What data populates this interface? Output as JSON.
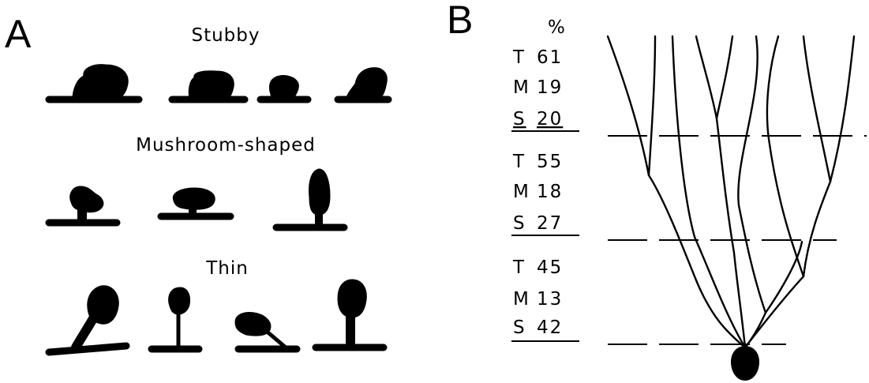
{
  "panel_a": {
    "letter": "A",
    "groups": [
      {
        "title": "Stubby",
        "count": 4
      },
      {
        "title": "Mushroom-shaped",
        "count": 3
      },
      {
        "title": "Thin",
        "count": 4
      }
    ]
  },
  "panel_b": {
    "letter": "B",
    "percent_header": "%",
    "layers": [
      {
        "rows": [
          {
            "type": "T",
            "pct": "61"
          },
          {
            "type": "M",
            "pct": "19"
          },
          {
            "type": "S",
            "pct": "20"
          }
        ]
      },
      {
        "rows": [
          {
            "type": "T",
            "pct": "55"
          },
          {
            "type": "M",
            "pct": "18"
          },
          {
            "type": "S",
            "pct": "27"
          }
        ]
      },
      {
        "rows": [
          {
            "type": "T",
            "pct": "45"
          },
          {
            "type": "M",
            "pct": "13"
          },
          {
            "type": "S",
            "pct": "42"
          }
        ]
      }
    ]
  }
}
